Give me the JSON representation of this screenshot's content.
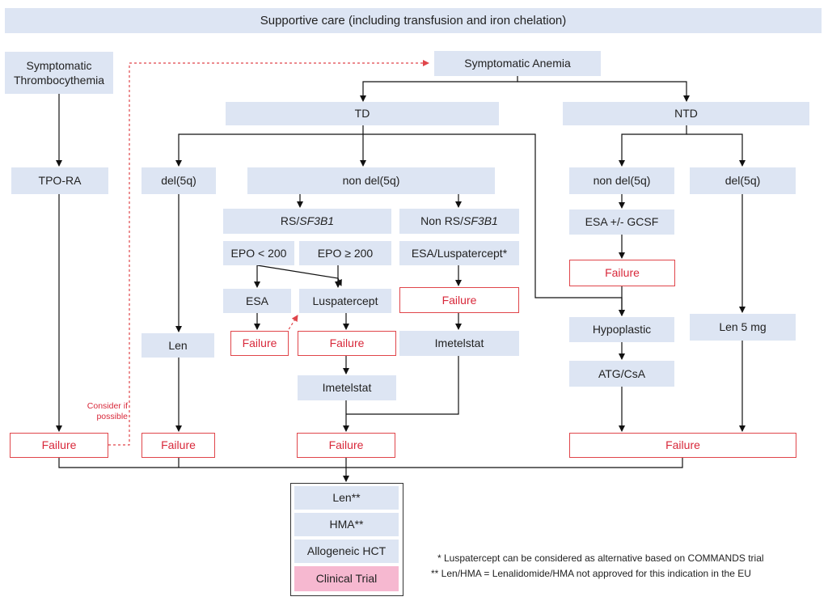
{
  "top_banner": "Supportive care (including transfusion and iron chelation)",
  "left_branch": {
    "thrombocythemia": "Symptomatic Thrombocythemia",
    "tpo_ra": "TPO-RA",
    "failure": "Failure",
    "consider": "Consider if possible"
  },
  "anemia": "Symptomatic Anemia",
  "td": {
    "label": "TD",
    "del5q": "del(5q)",
    "len": "Len",
    "failure_len": "Failure",
    "non_del5q": "non del(5q)",
    "rs_prefix": "RS/",
    "rs_gene": "SF3B1",
    "epo_low": "EPO < 200",
    "epo_high": "EPO ≥ 200",
    "esa": "ESA",
    "failure_esa": "Failure",
    "luspatercept": "Luspatercept",
    "failure_lusp": "Failure",
    "imetelstat_rs": "Imetelstat",
    "failure_rs": "Failure",
    "nonrs_prefix": "Non RS/",
    "nonrs_gene": "SF3B1",
    "esa_lusp": "ESA/Luspatercept*",
    "failure_nonrs": "Failure",
    "imetelstat_nonrs": "Imetelstat"
  },
  "ntd": {
    "label": "NTD",
    "non_del5q": "non del(5q)",
    "esa_gcsf": "ESA +/- GCSF",
    "failure_esa": "Failure",
    "hypoplastic": "Hypoplastic",
    "atg": "ATG/CsA",
    "del5q": "del(5q)",
    "len5": "Len 5 mg",
    "failure": "Failure"
  },
  "final_options": {
    "len": "Len**",
    "hma": "HMA**",
    "hct": "Allogeneic HCT",
    "trial": "Clinical Trial"
  },
  "footnotes": {
    "note1": "* Luspatercept can be considered as alternative based on COMMANDS trial",
    "note2": "** Len/HMA = Lenalidomide/HMA not approved for this indication in the EU"
  },
  "colors": {
    "box_fill": "#dde5f3",
    "failure_red": "#d8283a",
    "trial_pink": "#f6b8d0",
    "connector": "#111111"
  }
}
